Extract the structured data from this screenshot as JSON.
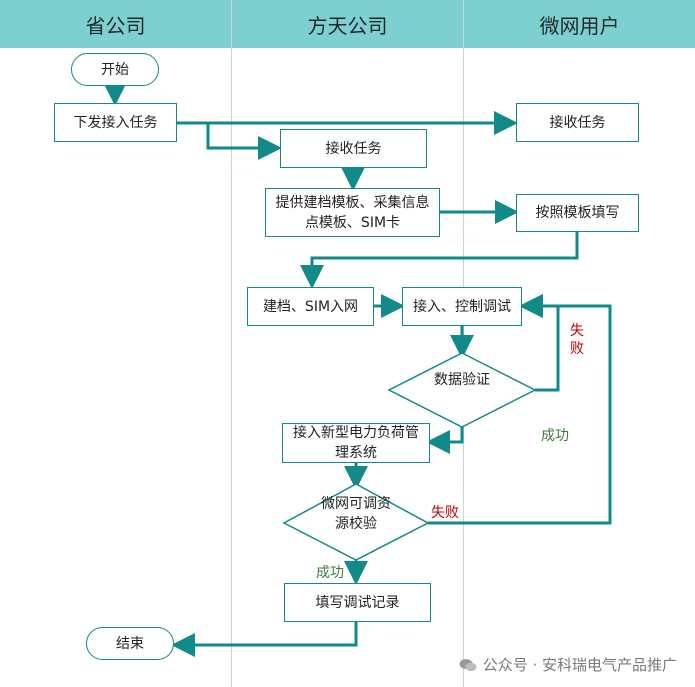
{
  "lanes": [
    {
      "title": "省公司"
    },
    {
      "title": "方天公司"
    },
    {
      "title": "微网用户"
    }
  ],
  "nodes": {
    "start": "开始",
    "issue_task": "下发接入任务",
    "user_receive": "接收任务",
    "ft_receive": "接收任务",
    "provide_templates": "提供建档模板、采集信息点模板、SIM卡",
    "fill_template": "按照模板填写",
    "archive_sim": "建档、SIM入网",
    "access_debug": "接入、控制调试",
    "data_verify": "数据验证",
    "access_system": "接入新型电力负荷管理系统",
    "microgrid_verify": "微网可调资源校验",
    "fill_record": "填写调试记录",
    "end": "结束"
  },
  "labels": {
    "fail_1": "失败",
    "success_1": "成功",
    "fail_2": "失败",
    "success_2": "成功"
  },
  "watermark": "公众号 · 安科瑞电气产品推广",
  "colors": {
    "accent": "#138a8a",
    "header": "#7ecfcf",
    "fail": "#c00000",
    "success": "#3f7a3f"
  }
}
